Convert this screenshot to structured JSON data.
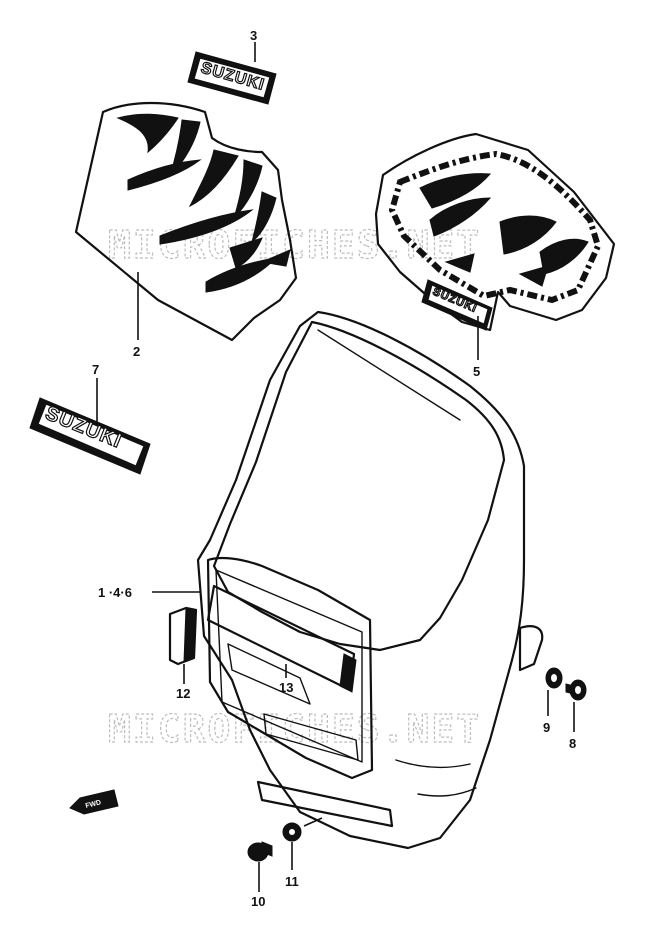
{
  "watermark": {
    "upper": "MICROFICHES.NET",
    "lower": "MICROFICHES.NET"
  },
  "emblems": {
    "top_badge": "SUZUKI",
    "side_badge": "SUZUKI",
    "cover_badge": "SUZUKI"
  },
  "direction_marker": "FWD",
  "callouts": {
    "c2": "2",
    "c3": "3",
    "c5": "5",
    "c7": "7",
    "c146": "1 ·4·6",
    "c8": "8",
    "c9": "9",
    "c10": "10",
    "c11": "11",
    "c12": "12",
    "c13": "13"
  }
}
